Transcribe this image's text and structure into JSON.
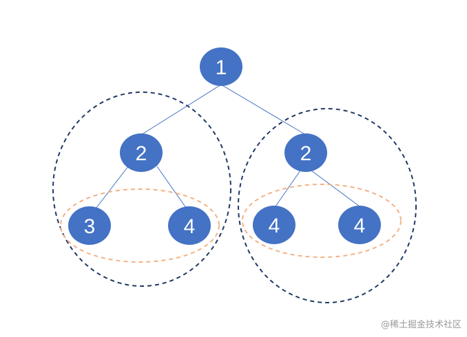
{
  "colors": {
    "node_fill": "#4472C4",
    "edge": "#4472C4",
    "subtree_outline": "#1F3864",
    "children_outline": "#F4B183",
    "label": "#FFFFFF",
    "watermark": "#9A9A9A"
  },
  "tree": {
    "root": {
      "label": "1"
    },
    "left": {
      "label": "2",
      "children": [
        {
          "label": "3"
        },
        {
          "label": "4"
        }
      ]
    },
    "right": {
      "label": "2",
      "children": [
        {
          "label": "4"
        },
        {
          "label": "4"
        }
      ]
    }
  },
  "watermark": "@稀土掘金技术社区"
}
